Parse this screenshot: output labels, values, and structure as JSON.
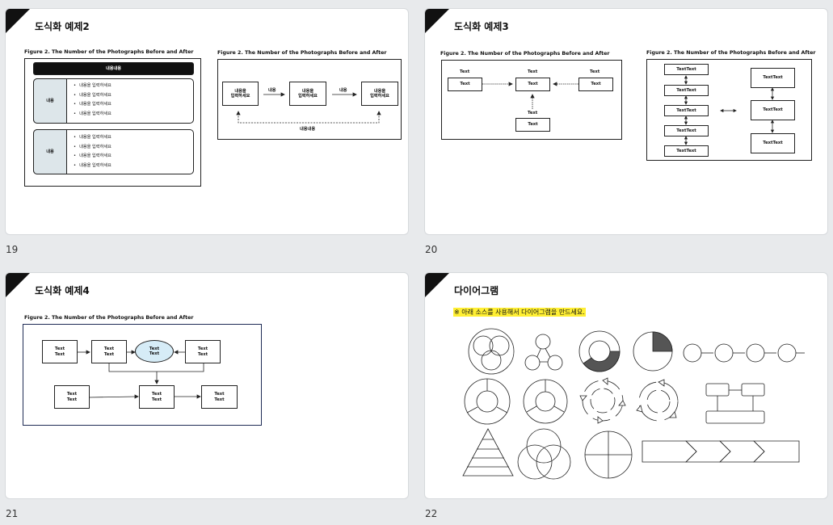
{
  "slides": [
    {
      "number": "19",
      "title": "도식화 예제2"
    },
    {
      "number": "20",
      "title": "도식화 예제3"
    },
    {
      "number": "21",
      "title": "도식화 예제4"
    },
    {
      "number": "22",
      "title": "다이어그램"
    }
  ],
  "figure_caption": "Figure 2. The Number of the Photographs Before and After",
  "s19": {
    "header_bar": "내용내용",
    "side_label": "내용",
    "bullet": "내용을 입력하세요",
    "flow_box": "내용을\n입력하세요",
    "arrow_label": "내용",
    "return_label": "내용내용"
  },
  "s20": {
    "text": "Text",
    "texttext": "TextText"
  },
  "s21": {
    "text2": "Text\nText"
  },
  "s22": {
    "note": "※ 아래 소스를 사용해서 다이어그램을 만드세요."
  },
  "colors": {
    "ellipse_fill": "#d6ecf7",
    "panel_fill": "#dde6ea",
    "highlight": "#ffef33",
    "pie_fill": "#555555"
  }
}
